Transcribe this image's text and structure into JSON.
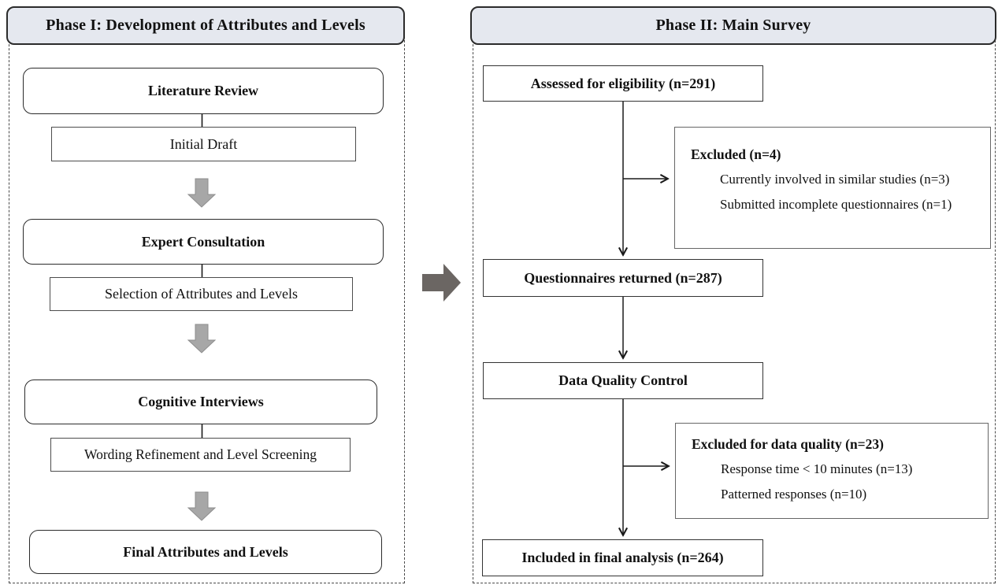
{
  "phase1": {
    "title": "Phase I: Development of Attributes and Levels",
    "boxes": {
      "literature_review": "Literature Review",
      "initial_draft": "Initial Draft",
      "expert_consultation": "Expert Consultation",
      "selection": "Selection of Attributes and Levels",
      "cognitive_interviews": "Cognitive Interviews",
      "wording_refinement": "Wording Refinement and Level Screening",
      "final_attributes": "Final Attributes and Levels"
    }
  },
  "phase2": {
    "title": "Phase II: Main Survey",
    "boxes": {
      "assessed": "Assessed for eligibility (n=291)",
      "excluded": {
        "title": "Excluded (n=4)",
        "items": [
          "Currently involved in similar studies (n=3)",
          "Submitted incomplete questionnaires (n=1)"
        ]
      },
      "returned": "Questionnaires returned (n=287)",
      "data_quality": "Data Quality Control",
      "excluded_quality": {
        "title": "Excluded for data quality (n=23)",
        "items": [
          "Response time < 10 minutes (n=13)",
          "Patterned responses (n=10)"
        ]
      },
      "included": "Included in final analysis (n=264)"
    }
  },
  "colors": {
    "header_fill": "#e5e8ef",
    "block_arrow_fill": "#a7a7a7",
    "block_arrow_border": "#8d8d8d",
    "middle_arrow_fill": "#6b6663",
    "line": "#1a1a1a"
  }
}
